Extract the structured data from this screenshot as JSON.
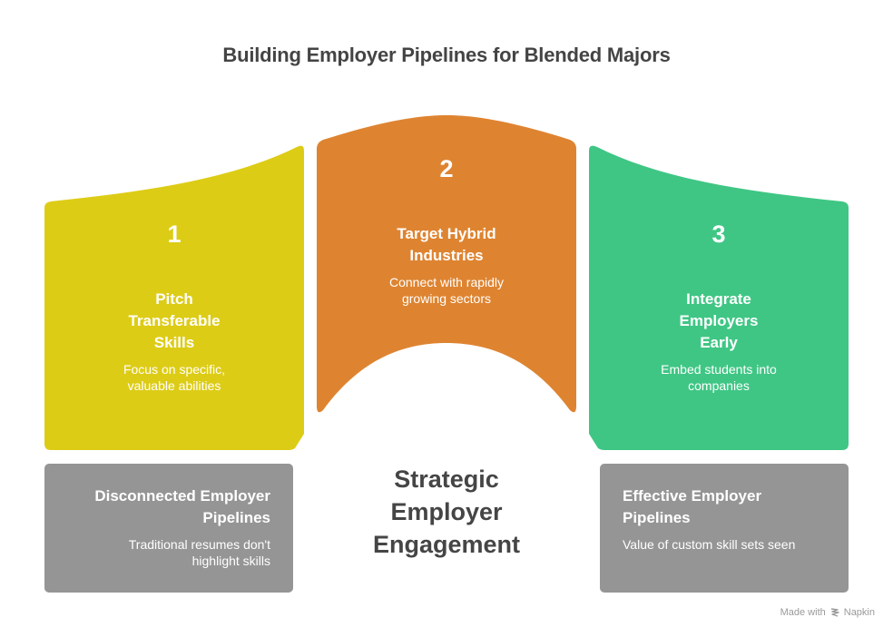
{
  "title": "Building Employer Pipelines for Blended Majors",
  "steps": [
    {
      "number": "1",
      "heading_lines": [
        "Pitch",
        "Transferable",
        "Skills"
      ],
      "description_lines": [
        "Focus on specific,",
        "valuable abilities"
      ],
      "color": "#DDCC16"
    },
    {
      "number": "2",
      "heading_lines": [
        "Target Hybrid",
        "Industries"
      ],
      "description_lines": [
        "Connect with rapidly",
        "growing sectors"
      ],
      "color": "#DE8431"
    },
    {
      "number": "3",
      "heading_lines": [
        "Integrate",
        "Employers",
        "Early"
      ],
      "description_lines": [
        "Embed students into",
        "companies"
      ],
      "color": "#3FC684"
    }
  ],
  "outcomes": {
    "left": {
      "heading_lines": [
        "Disconnected Employer",
        "Pipelines"
      ],
      "description_lines": [
        "Traditional resumes don't",
        "highlight skills"
      ]
    },
    "right": {
      "heading_lines": [
        "Effective Employer",
        "Pipelines"
      ],
      "description_lines": [
        "Value of custom skill sets seen"
      ]
    }
  },
  "center_label_lines": [
    "Strategic",
    "Employer",
    "Engagement"
  ],
  "footer": {
    "prefix": "Made with",
    "brand": "Napkin",
    "icon": "napkin-logo-icon"
  },
  "colors": {
    "outcome_box": "#959595",
    "title_text": "#444444"
  }
}
